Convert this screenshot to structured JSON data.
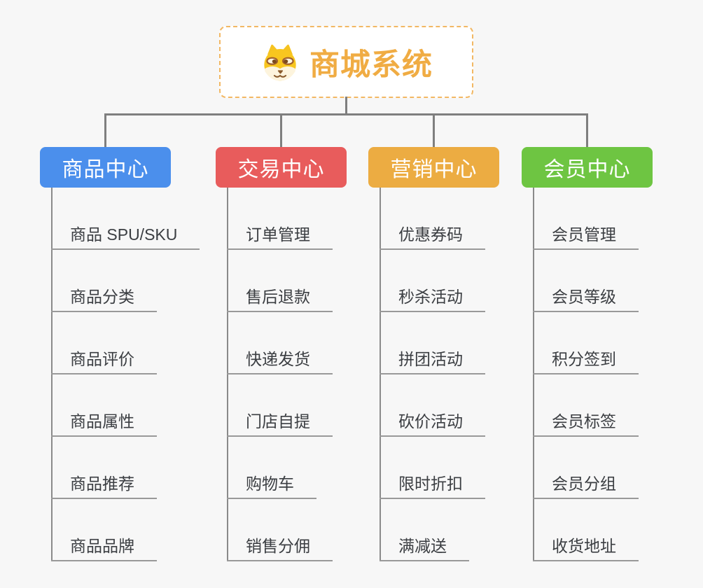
{
  "root": {
    "title": "商城系统",
    "icon": "dog-face-icon",
    "accent_color": "#f0ac43",
    "border_color": "#f2b864"
  },
  "connector_color": "#7f7f7f",
  "branches": [
    {
      "label": "商品中心",
      "color": "#4b8fec",
      "items": [
        "商品 SPU/SKU",
        "商品分类",
        "商品评价",
        "商品属性",
        "商品推荐",
        "商品品牌"
      ]
    },
    {
      "label": "交易中心",
      "color": "#e85c5c",
      "items": [
        "订单管理",
        "售后退款",
        "快递发货",
        "门店自提",
        "购物车",
        "销售分佣"
      ]
    },
    {
      "label": "营销中心",
      "color": "#ecac42",
      "items": [
        "优惠券码",
        "秒杀活动",
        "拼团活动",
        "砍价活动",
        "限时折扣",
        "满减送"
      ]
    },
    {
      "label": "会员中心",
      "color": "#6ec542",
      "items": [
        "会员管理",
        "会员等级",
        "积分签到",
        "会员标签",
        "会员分组",
        "收货地址"
      ]
    }
  ]
}
